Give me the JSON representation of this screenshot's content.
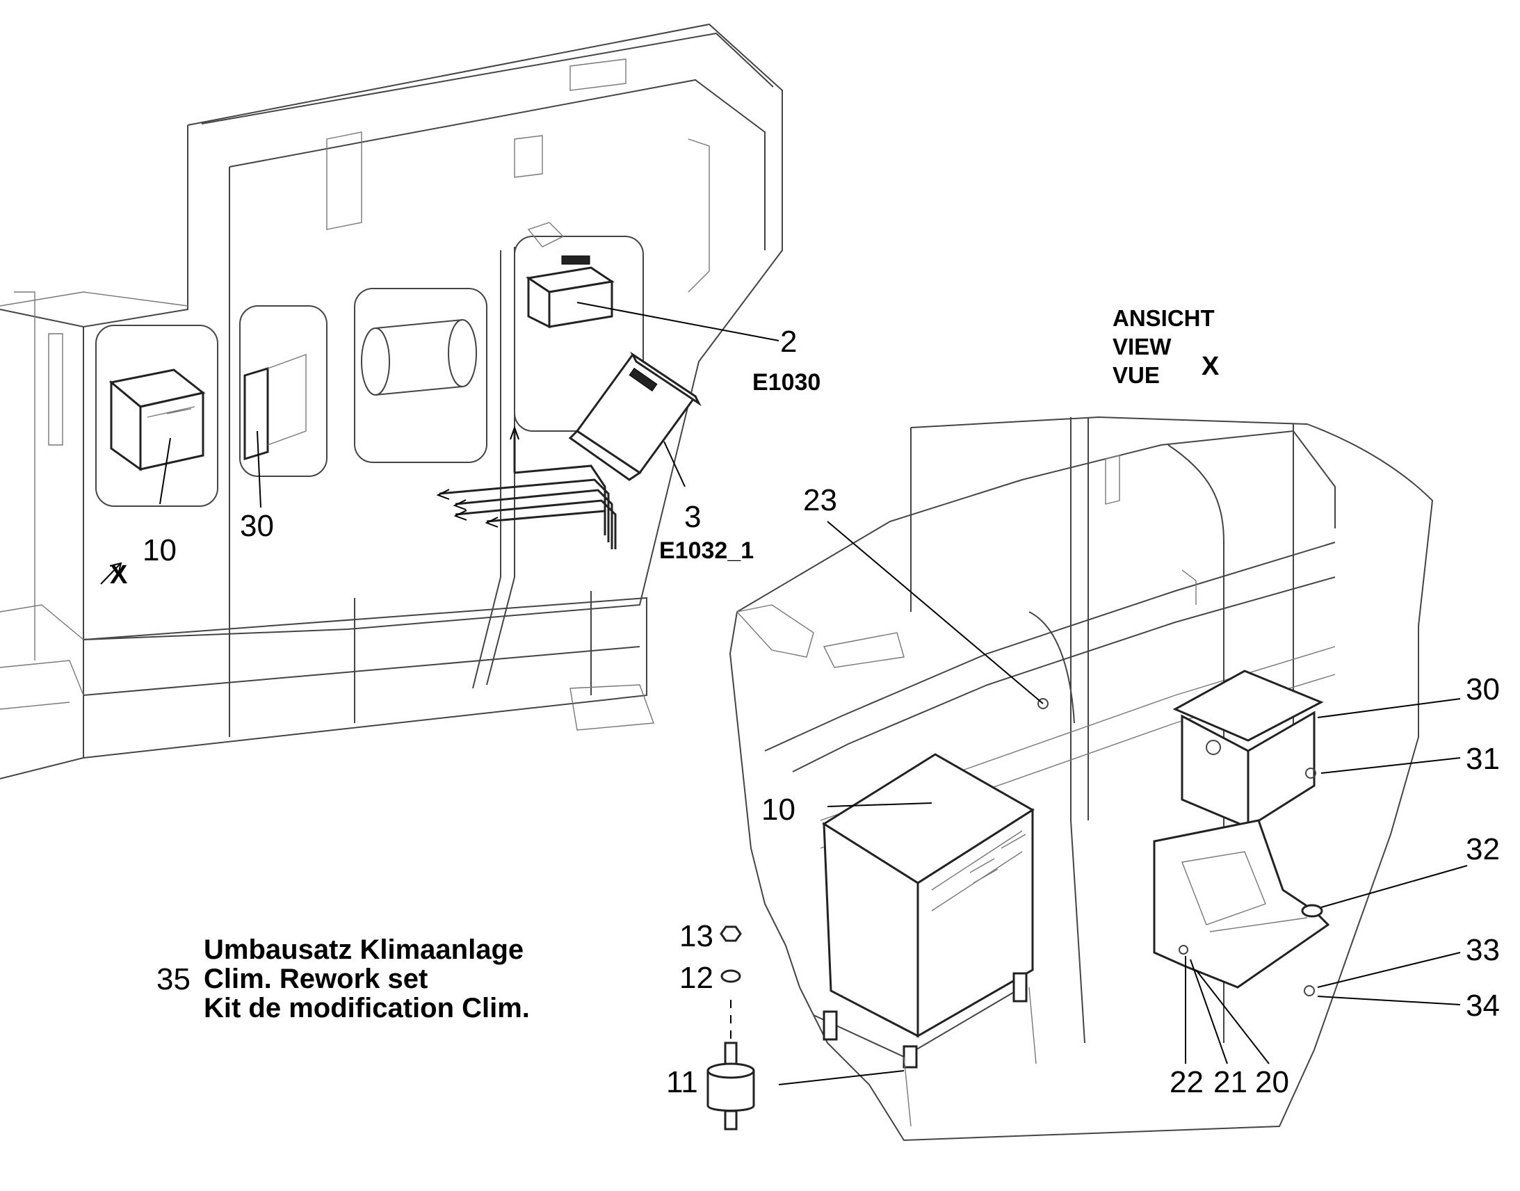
{
  "labels": {
    "l2": "2",
    "e1030": "E1030",
    "l3": "3",
    "e1032": "E1032_1",
    "l10_top": "10",
    "l30_top": "30",
    "x_marker": "X",
    "ansicht": "ANSICHT",
    "view": "VIEW",
    "vue": "VUE",
    "view_x": "X",
    "l23": "23",
    "l30": "30",
    "l31": "31",
    "l32": "32",
    "l33": "33",
    "l34": "34",
    "l10": "10",
    "l13": "13",
    "l12": "12",
    "l11": "11",
    "l22": "22",
    "l21": "21",
    "l20": "20",
    "l35": "35",
    "kit_de": "Umbausatz Klimaanlage",
    "kit_en": "Clim. Rework set",
    "kit_fr": "Kit de modification Clim."
  }
}
